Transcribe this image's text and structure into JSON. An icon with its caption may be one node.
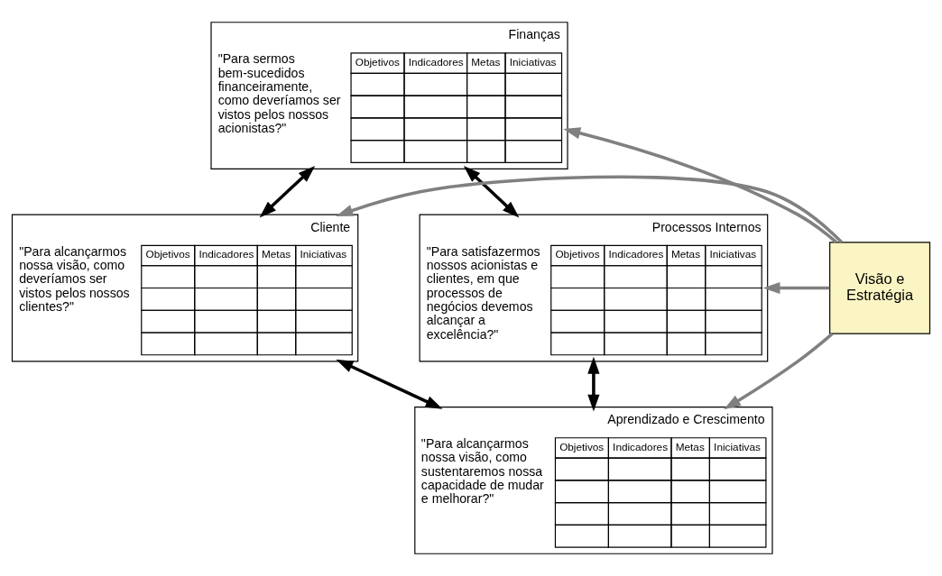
{
  "diagram": {
    "nodes": [
      {
        "text": [
          "Finanças",
          "\"Para sermos bem-sucedidos financeiramente, como deveríamos ser vistos pelos nossos acionistas?\"",
          "Objetivos",
          "Indicadores",
          "Metas",
          "Iniciativas"
        ]
      },
      {
        "text": [
          "Cliente",
          "\"Para alcançarmos nossa visão, como deveríamos ser vistos pelos nossos clientes?\"",
          "Objetivos",
          "Indicadores",
          "Metas",
          "Iniciativas"
        ]
      },
      {
        "text": [
          "Visão e Estratégia"
        ]
      },
      {
        "text": [
          "Processos Internos",
          "\"Para satisfazermos nossos acionistas e clientes, em que processos de negócios devemos alcançar a excelência?\"",
          "Objetivos",
          "Indicadores",
          "Metas",
          "Iniciativas"
        ]
      },
      {
        "text": [
          "Aprendizado e Crescimento",
          "\"Para alcançarmos nossa visão, como sustentaremos nossa capacidade de mudar e melhorar?\"",
          "Objetivos",
          "Indicadores",
          "Metas",
          "Iniciativas"
        ]
      }
    ],
    "edges": [
      {
        "from": 2,
        "to": 0,
        "arrow": "to"
      },
      {
        "from": 2,
        "to": 1,
        "arrow": "to"
      },
      {
        "from": 2,
        "to": 3,
        "arrow": "to"
      },
      {
        "from": 2,
        "to": 4,
        "arrow": "to"
      },
      {
        "from": 0,
        "to": 1,
        "arrow": "both",
        "color": "#000000"
      },
      {
        "from": 0,
        "to": 3,
        "arrow": "both",
        "color": "#000000"
      },
      {
        "from": 3,
        "to": 4,
        "arrow": "both",
        "color": "#000000"
      },
      {
        "from": 1,
        "to": 4,
        "arrow": "both",
        "color": "#000000"
      }
    ]
  }
}
